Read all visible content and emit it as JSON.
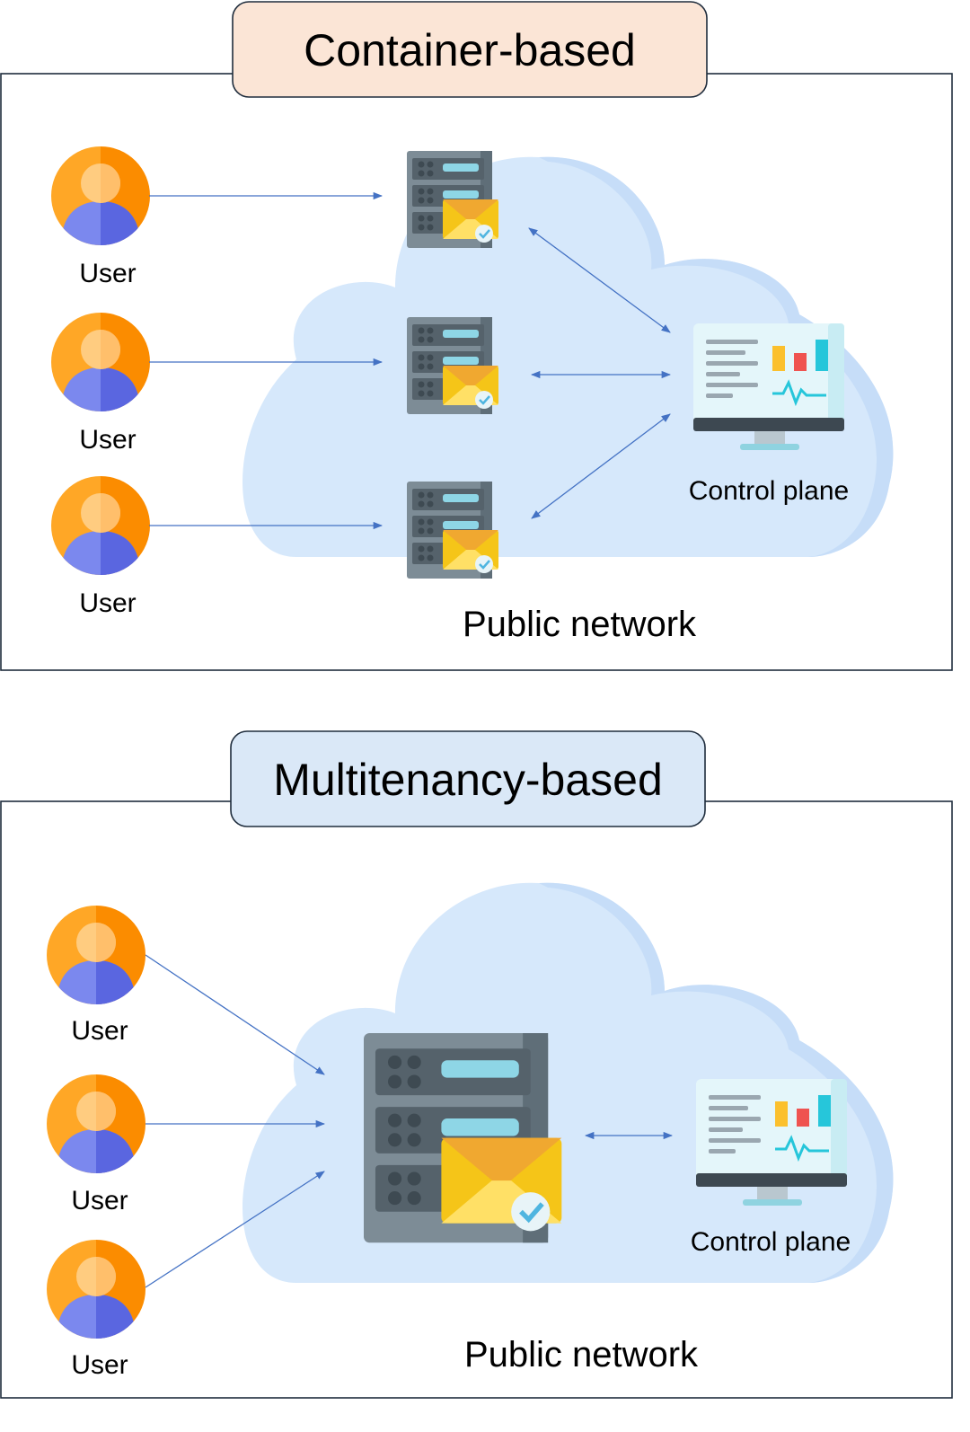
{
  "top_panel": {
    "title": "Container-based",
    "title_bg": "#fbe5d6",
    "users": [
      {
        "label": "User"
      },
      {
        "label": "User"
      },
      {
        "label": "User"
      }
    ],
    "control_plane_label": "Control plane",
    "network_label": "Public network"
  },
  "bottom_panel": {
    "title": "Multitenancy-based",
    "title_bg": "#dae8f7",
    "users": [
      {
        "label": "User"
      },
      {
        "label": "User"
      },
      {
        "label": "User"
      }
    ],
    "control_plane_label": "Control plane",
    "network_label": "Public network"
  },
  "colors": {
    "cloud": "#d6e8fb",
    "cloud_shade": "#c4dcf8",
    "arrow": "#4472c4",
    "user_orange": "#ffa726",
    "user_orange_dark": "#fb8c00",
    "user_body": "#7a86f0",
    "server": "#6b7c87",
    "envelope": "#fdd835"
  },
  "icons": {
    "user": "user-avatar-icon",
    "server": "mail-server-icon",
    "control_plane": "monitor-dashboard-icon"
  }
}
